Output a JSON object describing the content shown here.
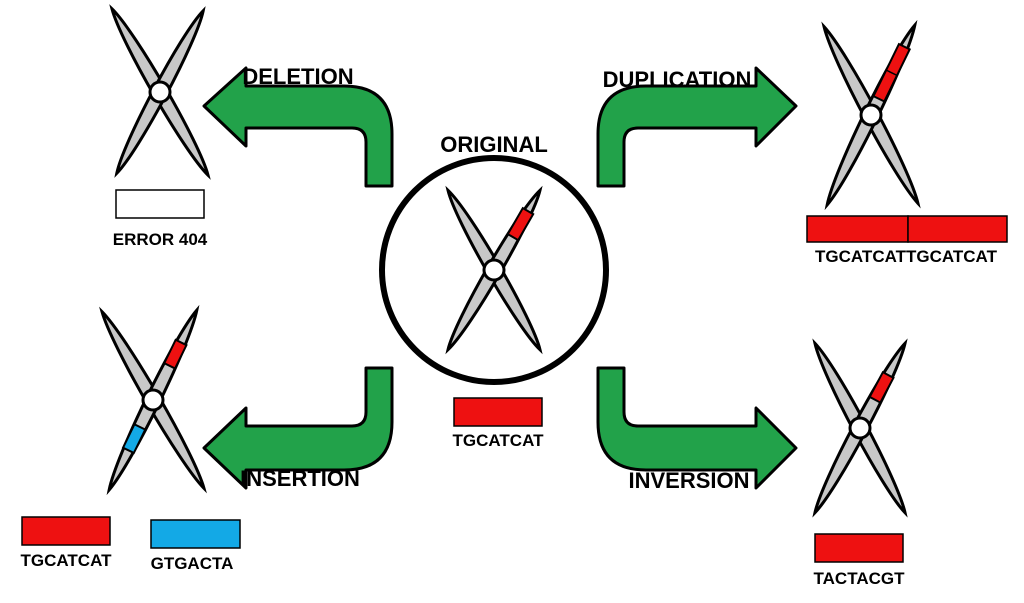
{
  "labels": {
    "original": "ORIGINAL",
    "deletion": "DELETION",
    "duplication": "DUPLICATION",
    "insertion": "INSERTION",
    "inversion": "INVERSION"
  },
  "sequences": {
    "original": "TGCATCAT",
    "deletion": "ERROR 404",
    "duplication": "TGCATCATTGCATCAT",
    "insertion_a": "TGCATCAT",
    "insertion_b": "GTGACTA",
    "inversion": "TACTACGT"
  },
  "colors": {
    "arrow": "#22a24a",
    "chromosome": "#c8c8c8",
    "gene_red": "#ee1111",
    "gene_blue": "#13a9e6",
    "outline": "#000000"
  }
}
